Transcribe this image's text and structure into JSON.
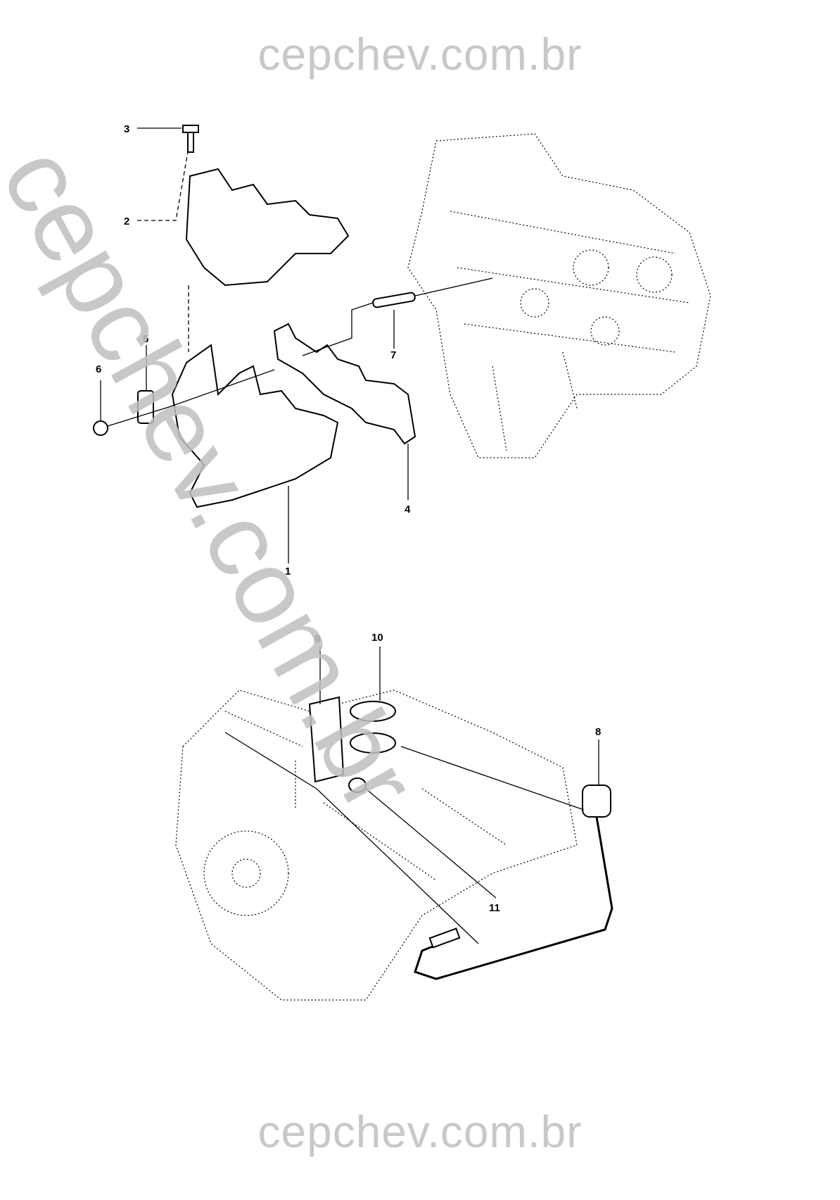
{
  "watermark": {
    "top": "cepchev.com.br",
    "bottom": "cepchev.com.br",
    "diagonal": "cepchev.com.br"
  },
  "callouts": {
    "c1": "1",
    "c2": "2",
    "c3": "3",
    "c4": "4",
    "c5": "5",
    "c6": "6",
    "c7": "7",
    "c8": "8",
    "c9": "9",
    "c10": "10",
    "c11": "11"
  }
}
